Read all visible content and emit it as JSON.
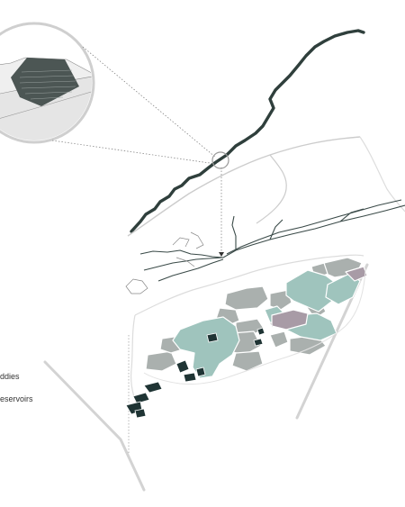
{
  "legend": {
    "items": [
      {
        "label": "ddies"
      },
      {
        "label": "eservoirs"
      }
    ]
  },
  "colors": {
    "river_main": "#2f3f3c",
    "river_thin": "#3a4a48",
    "outline": "#cccccc",
    "field_green": "#9fc4bd",
    "field_grey": "#aab0ae",
    "field_mauve": "#a89ba6",
    "reservoir": "#1f3434",
    "road": "#d3d3d3",
    "magnifier_ring": "#cfcfcf",
    "leader": "#777777"
  },
  "icons": [
    "magnifier-callout",
    "down-arrow"
  ]
}
